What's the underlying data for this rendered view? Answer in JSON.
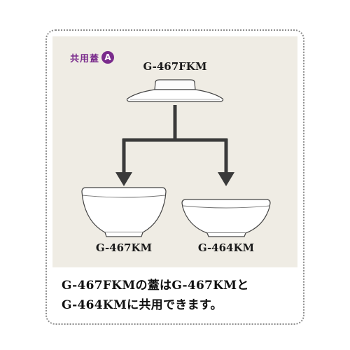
{
  "badge": {
    "text": "共用蓋",
    "letter": "A"
  },
  "lid": {
    "code": "G-467FKM"
  },
  "bowls": [
    {
      "code": "G-467KM"
    },
    {
      "code": "G-464KM"
    }
  ],
  "caption": {
    "line1": "G-467FKMの蓋はG-467KMと",
    "line2": "G-464KMに共用できます。"
  },
  "colors": {
    "panel": "#efece4",
    "accent": "#7a2b8c",
    "arrow": "#3a3a3a"
  },
  "icons": [
    "lid-icon",
    "bowl-icon",
    "arrow-down-icon"
  ]
}
